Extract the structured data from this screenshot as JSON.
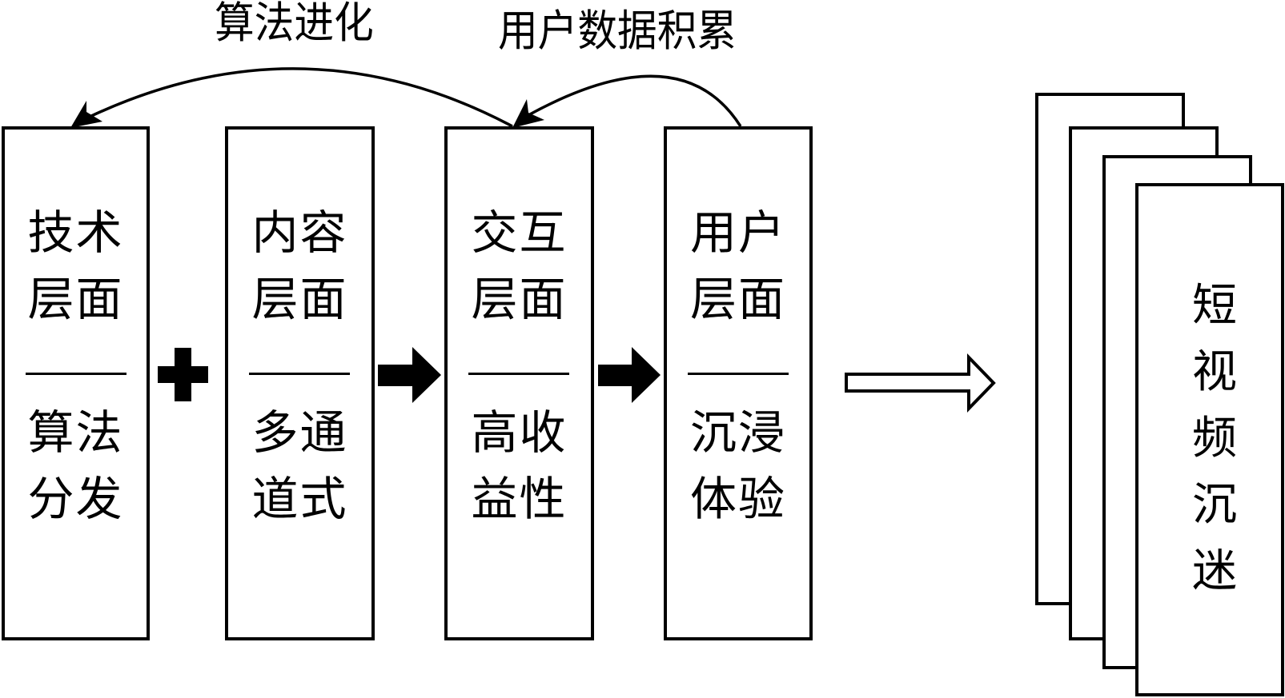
{
  "top_labels": {
    "algorithm_evolution": "算法进化",
    "user_data_accumulation": "用户数据积累"
  },
  "layers": [
    {
      "title_line1": "技术",
      "title_line2": "层面",
      "desc_line1": "算法",
      "desc_line2": "分发"
    },
    {
      "title_line1": "内容",
      "title_line2": "层面",
      "desc_line1": "多通",
      "desc_line2": "道式"
    },
    {
      "title_line1": "交互",
      "title_line2": "层面",
      "desc_line1": "高收",
      "desc_line2": "益性"
    },
    {
      "title_line1": "用户",
      "title_line2": "层面",
      "desc_line1": "沉浸",
      "desc_line2": "体验"
    }
  ],
  "connectors": {
    "between_1_2": "plus-icon",
    "between_2_3": "arrow-right-filled-icon",
    "between_3_4": "arrow-right-filled-icon",
    "to_result": "arrow-right-hollow-icon"
  },
  "result": {
    "chars": [
      "短",
      "视",
      "频",
      "沉",
      "迷"
    ],
    "stack_count": 4
  }
}
